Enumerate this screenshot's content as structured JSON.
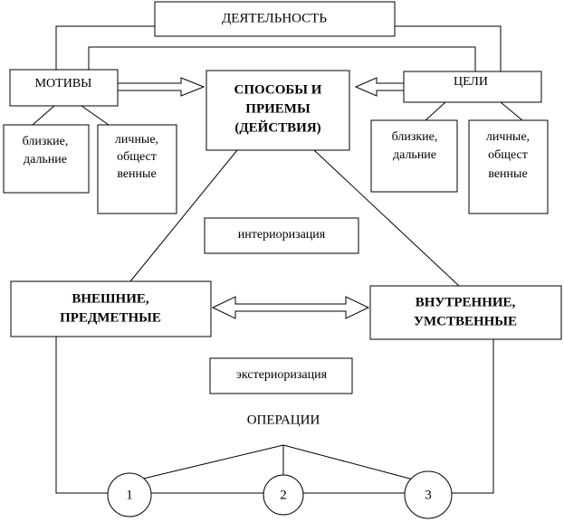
{
  "activity": "ДЕЯТЕЛЬНОСТЬ",
  "motives": {
    "title": "МОТИВЫ",
    "near": [
      "близкие,",
      "дальние"
    ],
    "personal": [
      "личные,",
      "общест",
      "венные"
    ]
  },
  "goals": {
    "title": "ЦЕЛИ",
    "near": [
      "близкие,",
      "дальние"
    ],
    "personal": [
      "личные,",
      "общест",
      "венные"
    ]
  },
  "methods": [
    "СПОСОБЫ И",
    "ПРИЕМЫ",
    "(ДЕЙСТВИЯ)"
  ],
  "interiorization": "интериоризация",
  "external": [
    "ВНЕШНИЕ,",
    "ПРЕДМЕТНЫЕ"
  ],
  "internal": [
    "ВНУТРЕННИЕ,",
    "УМСТВЕННЫЕ"
  ],
  "exteriorization": "экстериоризация",
  "operations": {
    "title": "ОПЕРАЦИИ",
    "nodes": [
      "1",
      "2",
      "3"
    ]
  }
}
